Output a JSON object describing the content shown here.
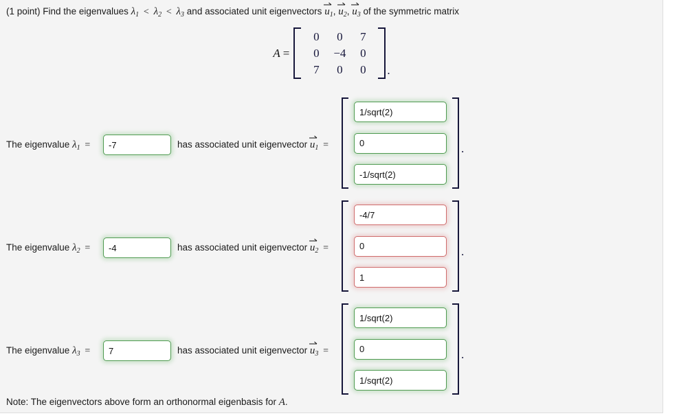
{
  "problem": {
    "points_label": "(1 point)",
    "prompt_part1": "Find the eigenvalues",
    "lambda_symbol": "λ",
    "lambda_sub1": "1",
    "lambda_sub2": "2",
    "lambda_sub3": "3",
    "less_than": "<",
    "prompt_part2": "and associated unit eigenvectors",
    "u_symbol": "u",
    "u_sub1": "1",
    "u_sub2": "2",
    "u_sub3": "3",
    "comma": ",",
    "prompt_part3": "of the symmetric matrix"
  },
  "matrix": {
    "name": "A",
    "equals": "=",
    "rows": [
      [
        "0",
        "0",
        "7"
      ],
      [
        "0",
        "−4",
        "0"
      ],
      [
        "7",
        "0",
        "0"
      ]
    ],
    "trailing_period": "."
  },
  "rows": [
    {
      "sentence_prefix": "The eigenvalue",
      "equals": "=",
      "eigenvalue_value": "-7",
      "eigenvalue_status": "correct",
      "sentence_middle": "has associated unit eigenvector",
      "vector_values": [
        "1/sqrt(2)",
        "0",
        "-1/sqrt(2)"
      ],
      "vector_status": "correct",
      "trailing_period": "."
    },
    {
      "sentence_prefix": "The eigenvalue",
      "equals": "=",
      "eigenvalue_value": "-4",
      "eigenvalue_status": "correct",
      "sentence_middle": "has associated unit eigenvector",
      "vector_values": [
        "-4/7",
        "0",
        "1"
      ],
      "vector_status": "incorrect",
      "trailing_period": "."
    },
    {
      "sentence_prefix": "The eigenvalue",
      "equals": "=",
      "eigenvalue_value": "7",
      "eigenvalue_status": "correct",
      "sentence_middle": "has associated unit eigenvector",
      "vector_values": [
        "1/sqrt(2)",
        "0",
        "1/sqrt(2)"
      ],
      "vector_status": "correct",
      "trailing_period": "."
    }
  ],
  "note": {
    "text": "Note: The eigenvectors above form an orthonormal eigenbasis for ",
    "matrix_ref": "A",
    "period": "."
  },
  "colors": {
    "correct_border": "#4e9a50",
    "incorrect_border": "#cf6b6b",
    "panel_background": "#f4f4f4",
    "math_ink": "#16163a"
  }
}
